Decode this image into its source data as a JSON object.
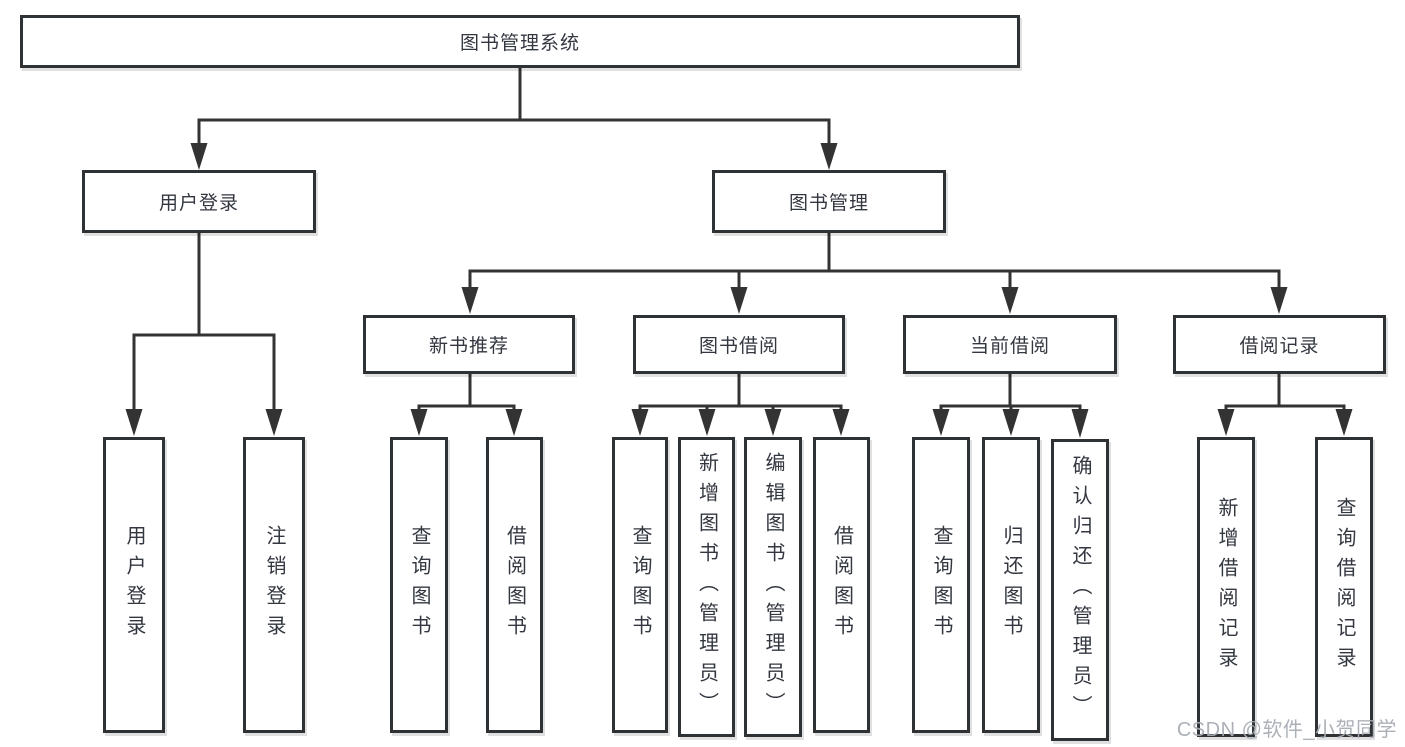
{
  "diagram": {
    "root": "图书管理系统",
    "level2": [
      {
        "label": "用户登录",
        "children": [
          "用户登录",
          "注销登录"
        ]
      },
      {
        "label": "图书管理",
        "children": [
          {
            "label": "新书推荐",
            "children": [
              "查询图书",
              "借阅图书"
            ]
          },
          {
            "label": "图书借阅",
            "children": [
              "查询图书",
              "新增图书（管理员）",
              "编辑图书（管理员）",
              "借阅图书"
            ]
          },
          {
            "label": "当前借阅",
            "children": [
              "查询图书",
              "归还图书",
              "确认归还（管理员）"
            ]
          },
          {
            "label": "借阅记录",
            "children": [
              "新增借阅记录",
              "查询借阅记录"
            ]
          }
        ]
      }
    ]
  },
  "watermark": {
    "text": "CSDN @软件_小贺同学"
  },
  "colors": {
    "box_border": "#2f3235",
    "connector": "#333333",
    "text": "#333740",
    "watermark": "#a8adb4",
    "background": "#ffffff"
  }
}
